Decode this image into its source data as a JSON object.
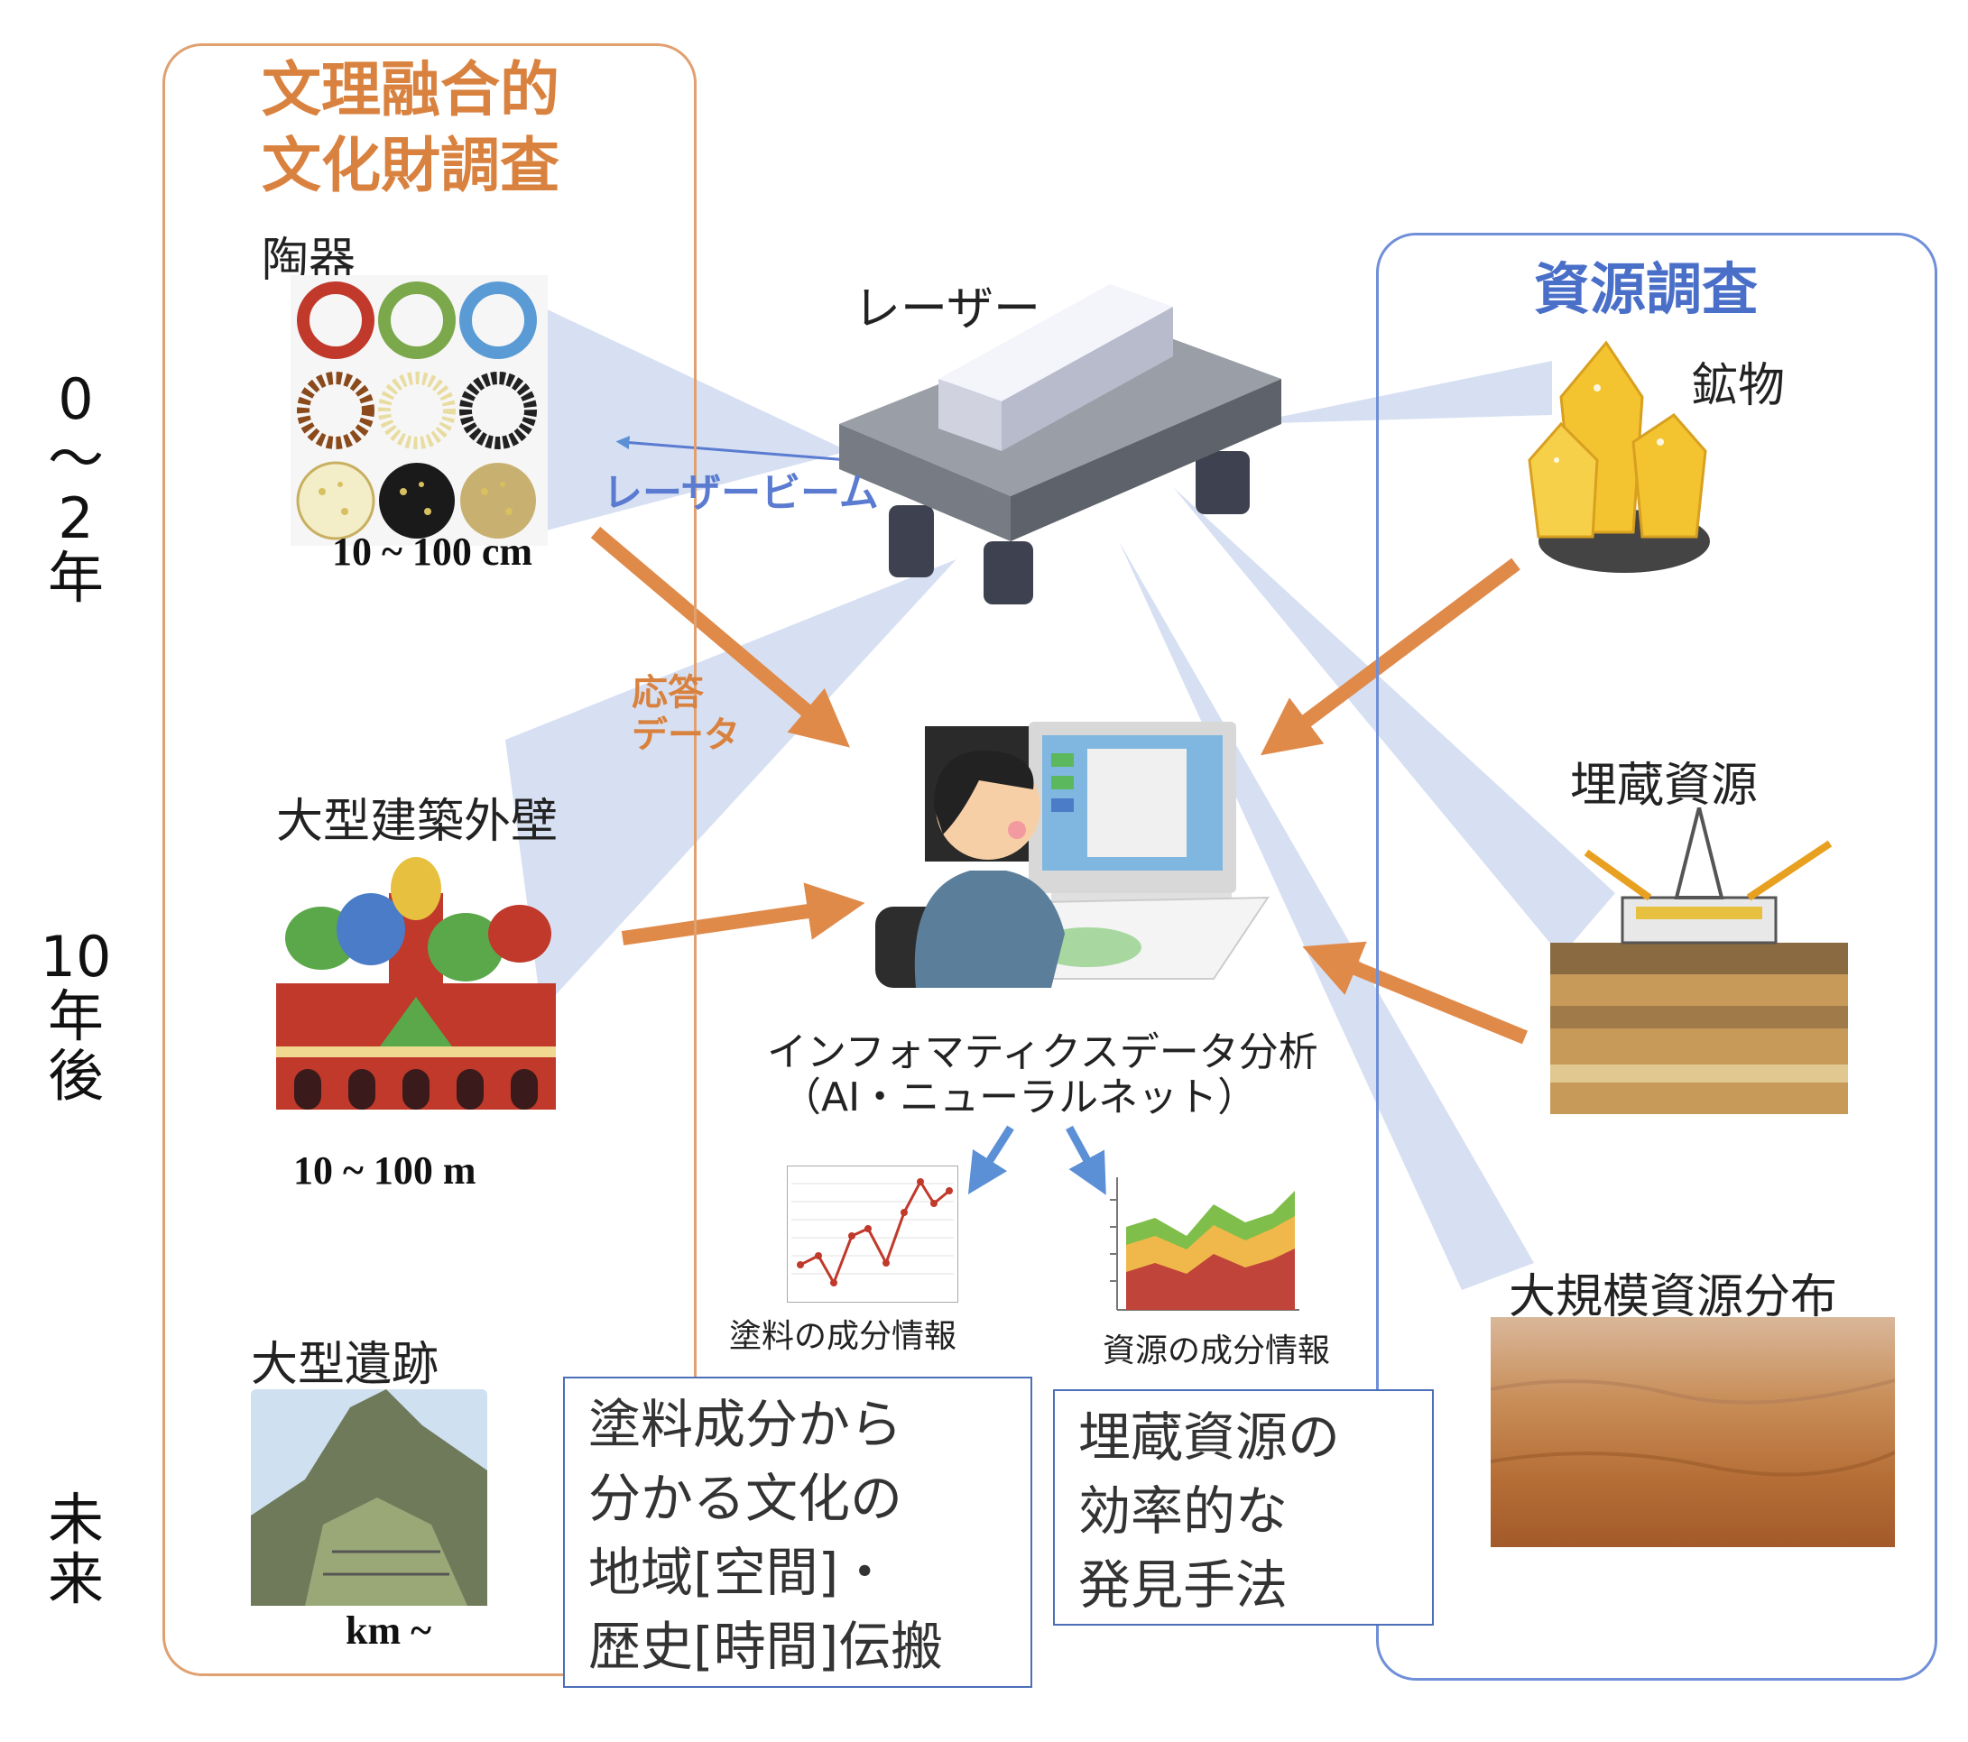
{
  "timeline": {
    "t0": "0\n〜\n2\n年",
    "t1": "10\n年\n後",
    "t2": "未\n来"
  },
  "left_panel": {
    "title_line1": "文理融合的",
    "title_line2": "文化財調査",
    "item1_label": "陶器",
    "item1_scale": "10 ~ 100 cm",
    "item2_label": "大型建築外壁",
    "item2_scale": "10 ~ 100 m",
    "item3_label": "大型遺跡",
    "item3_scale": "km ~"
  },
  "right_panel": {
    "title": "資源調査",
    "item1_label": "鉱物",
    "item2_label": "埋蔵資源",
    "item3_label": "大規模資源分布"
  },
  "center": {
    "laser_label": "レーザー",
    "beam_label": "レーザービーム",
    "response_label_line1": "応答",
    "response_label_line2": "データ",
    "analysis_line1": "インフォマティクスデータ分析",
    "analysis_line2": "（AI・ニューラルネット）",
    "chart1_label": "塗料の成分情報",
    "chart2_label": "資源の成分情報"
  },
  "boxes": {
    "left": [
      "塗料成分から",
      "分かる文化の",
      "地域[空間]・",
      "歴史[時間]伝搬"
    ],
    "right": [
      "埋蔵資源の",
      "効率的な",
      "発見手法"
    ]
  },
  "colors": {
    "orange": "#d9823f",
    "arrow_orange": "#e08a4a",
    "blue": "#4a6fc8",
    "beam": "#c9d6ee"
  }
}
